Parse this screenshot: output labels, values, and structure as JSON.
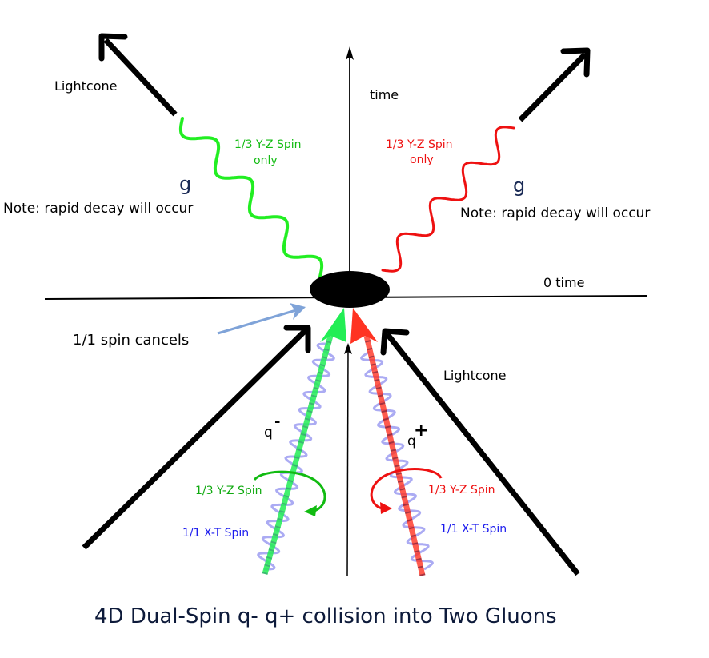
{
  "title": "4D Dual-Spin q- q+ collision into Two Gluons",
  "axes": {
    "time_label": "time",
    "zero_time_label": "0 time"
  },
  "lightcone": {
    "upper_left_label": "Lightcone",
    "lower_right_label": "Lightcone"
  },
  "gluons": {
    "left": {
      "symbol": "g",
      "spin_line1": "1/3 Y-Z Spin",
      "spin_line2": "only",
      "note": "Note: rapid decay will occur",
      "color": "#22ee22"
    },
    "right": {
      "symbol": "g",
      "spin_line1": "1/3 Y-Z Spin",
      "spin_line2": "only",
      "note": "Note: rapid decay will occur",
      "color": "#ee1111"
    }
  },
  "quarks": {
    "minus": {
      "symbol": "q",
      "charge": "-",
      "yz_spin": "1/3 Y-Z Spin",
      "xt_spin": "1/1 X-T Spin",
      "color": "#22ee55",
      "label_color": "#11aa11"
    },
    "plus": {
      "symbol": "q",
      "charge": "+",
      "yz_spin": "1/3 Y-Z Spin",
      "xt_spin": "1/1 X-T Spin",
      "color": "#ff3322",
      "label_color": "#ee1111"
    }
  },
  "annotations": {
    "spin_cancels": "1/1 spin cancels",
    "spin_cancels_arrow_color": "#7fa3d8",
    "xt_spin_color": "#1a1aee",
    "xt_wave_color": "#8888ee"
  }
}
